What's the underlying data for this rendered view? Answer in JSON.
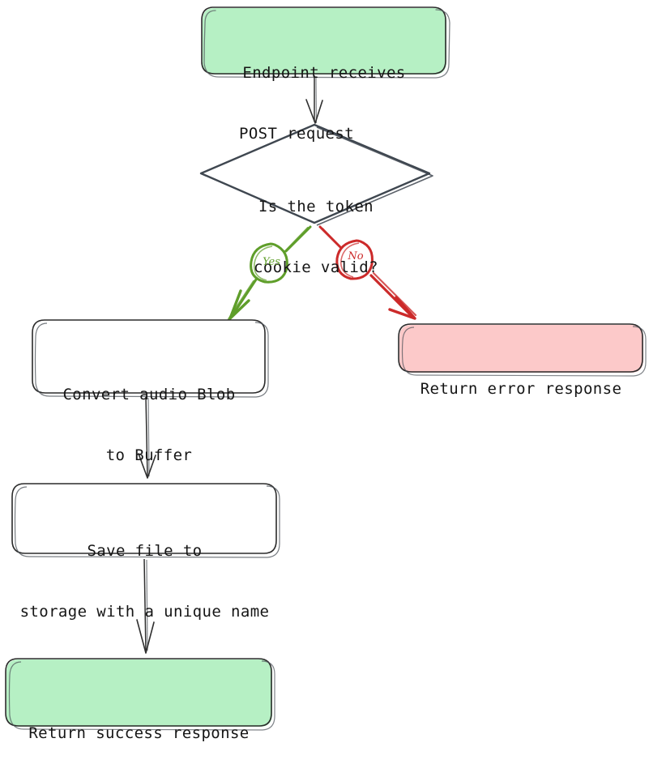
{
  "diagram": {
    "type": "flowchart",
    "direction": "top-down",
    "title": "",
    "style": "hand-drawn-sketch",
    "colors": {
      "node_stroke": "#3f4750",
      "node_fill_default": "#ffffff",
      "success_fill": "#b6f0c4",
      "success_stroke": "#2b2b2b",
      "error_fill": "#fcc9c9",
      "error_stroke": "#2b2b2b",
      "arrow_default": "#2f2f2f",
      "arrow_yes": "#5f9e2a",
      "arrow_no": "#cc2a2a",
      "background": "#ffffff",
      "text": "#151515"
    },
    "nodes": [
      {
        "id": "start",
        "shape": "rounded-rect",
        "kind": "terminal",
        "fill": "success_fill",
        "lines": [
          "Endpoint receives",
          "POST request"
        ],
        "text": "Endpoint receives POST request"
      },
      {
        "id": "decision",
        "shape": "diamond",
        "kind": "decision",
        "fill": "none",
        "lines": [
          "Is the token",
          "cookie valid?"
        ],
        "text": "Is the token cookie valid?"
      },
      {
        "id": "convert",
        "shape": "rounded-rect",
        "kind": "process",
        "fill": "node_fill_default",
        "lines": [
          "Convert audio Blob",
          "to Buffer"
        ],
        "text": "Convert audio Blob to Buffer"
      },
      {
        "id": "save",
        "shape": "rounded-rect",
        "kind": "process",
        "fill": "node_fill_default",
        "lines": [
          "Save file to",
          "storage with a unique name"
        ],
        "text": "Save file to storage with a unique name"
      },
      {
        "id": "success",
        "shape": "rounded-rect",
        "kind": "terminal",
        "fill": "success_fill",
        "lines": [
          "Return success response"
        ],
        "text": "Return success response"
      },
      {
        "id": "error",
        "shape": "rounded-rect",
        "kind": "terminal",
        "fill": "error_fill",
        "lines": [
          "Return error response"
        ],
        "text": "Return error response"
      }
    ],
    "edges": [
      {
        "id": "e1",
        "from": "start",
        "to": "decision",
        "label": "",
        "color": "arrow_default"
      },
      {
        "id": "e2",
        "from": "decision",
        "to": "convert",
        "label": "Yes",
        "color": "arrow_yes"
      },
      {
        "id": "e3",
        "from": "decision",
        "to": "error",
        "label": "No",
        "color": "arrow_no"
      },
      {
        "id": "e4",
        "from": "convert",
        "to": "save",
        "label": "",
        "color": "arrow_default"
      },
      {
        "id": "e5",
        "from": "save",
        "to": "success",
        "label": "",
        "color": "arrow_default"
      }
    ]
  }
}
